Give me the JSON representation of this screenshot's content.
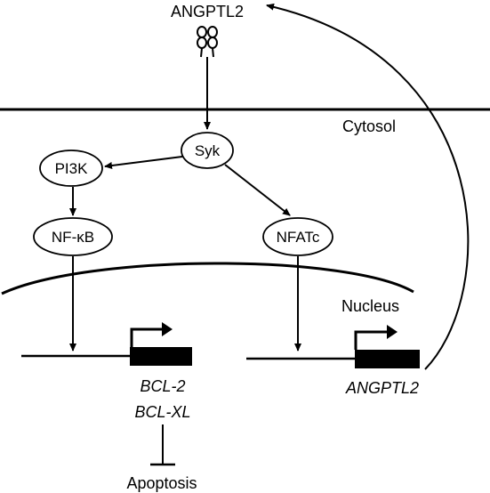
{
  "ligand": {
    "label": "ANGPTL2"
  },
  "compartments": {
    "cytosol": "Cytosol",
    "nucleus": "Nucleus"
  },
  "nodes": {
    "syk": "Syk",
    "pi3k": "PI3K",
    "nfkb": "NF-κB",
    "nfatc": "NFATc"
  },
  "genes": {
    "bcl2": "BCL-2",
    "bclxl": "BCL-XL",
    "angptl2": "ANGPTL2"
  },
  "outcome": {
    "apoptosis": "Apoptosis"
  }
}
